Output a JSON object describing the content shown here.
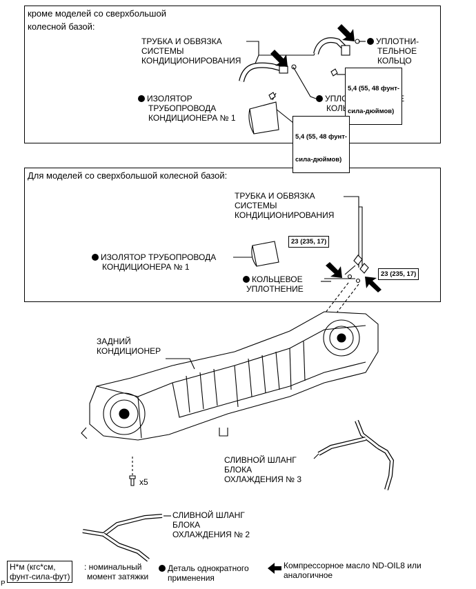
{
  "panel_top": {
    "heading_line1": "кроме моделей со сверхбольшой",
    "heading_line2": "колесной базой:",
    "tube_label": [
      "ТРУБКА И ОБВЯЗКА",
      "СИСТЕМЫ",
      "КОНДИЦИОНИРОВАНИЯ"
    ],
    "insulator_label": [
      "ИЗОЛЯТОР",
      "ТРУБОПРОВОДА",
      "КОНДИЦИОНЕРА № 1"
    ],
    "oring_label_right": [
      "УПЛОТНИ-",
      "ТЕЛЬНОЕ",
      "КОЛЬЦО"
    ],
    "oring_label_mid": [
      "УПЛОТНИТЕЛЬНОЕ",
      "КОЛЬЦО"
    ],
    "torque_right": [
      "5,4 (55, 48 фунт-",
      "сила-дюймов)"
    ],
    "torque_mid": [
      "5,4 (55, 48 фунт-",
      "сила-дюймов)"
    ]
  },
  "panel_bottom": {
    "heading": "Для моделей со сверхбольшой колесной базой:",
    "tube_label": [
      "ТРУБКА И ОБВЯЗКА",
      "СИСТЕМЫ",
      "КОНДИЦИОНИРОВАНИЯ"
    ],
    "insulator_label": [
      "ИЗОЛЯТОР ТРУБОПРОВОДА",
      "КОНДИЦИОНЕРА № 1"
    ],
    "oring_label": [
      "КОЛЬЦЕВОЕ",
      "УПЛОТНЕНИЕ"
    ],
    "torque_left": "23 (235, 17)",
    "torque_right": "23 (235, 17)"
  },
  "main": {
    "rear_ac_label": [
      "ЗАДНИЙ",
      "КОНДИЦИОНЕР"
    ],
    "drain3_label": [
      "СЛИВНОЙ ШЛАНГ",
      "БЛОКА",
      "ОХЛАЖДЕНИЯ № 3"
    ],
    "drain2_label": [
      "СЛИВНОЙ ШЛАНГ",
      "БЛОКА",
      "ОХЛАЖДЕНИЯ № 2"
    ],
    "bolt_count": "x5"
  },
  "legend": {
    "unit_box": [
      "Н*м (кгс*см,",
      "фунт-сила-фут)"
    ],
    "unit_desc": [
      ": номинальный",
      "момент затяжки"
    ],
    "single_use": [
      "Деталь однократного",
      "применения"
    ],
    "oil": [
      "Компрессорное масло ND-OIL8 или",
      "аналогичное"
    ],
    "corner_mark": "P"
  }
}
